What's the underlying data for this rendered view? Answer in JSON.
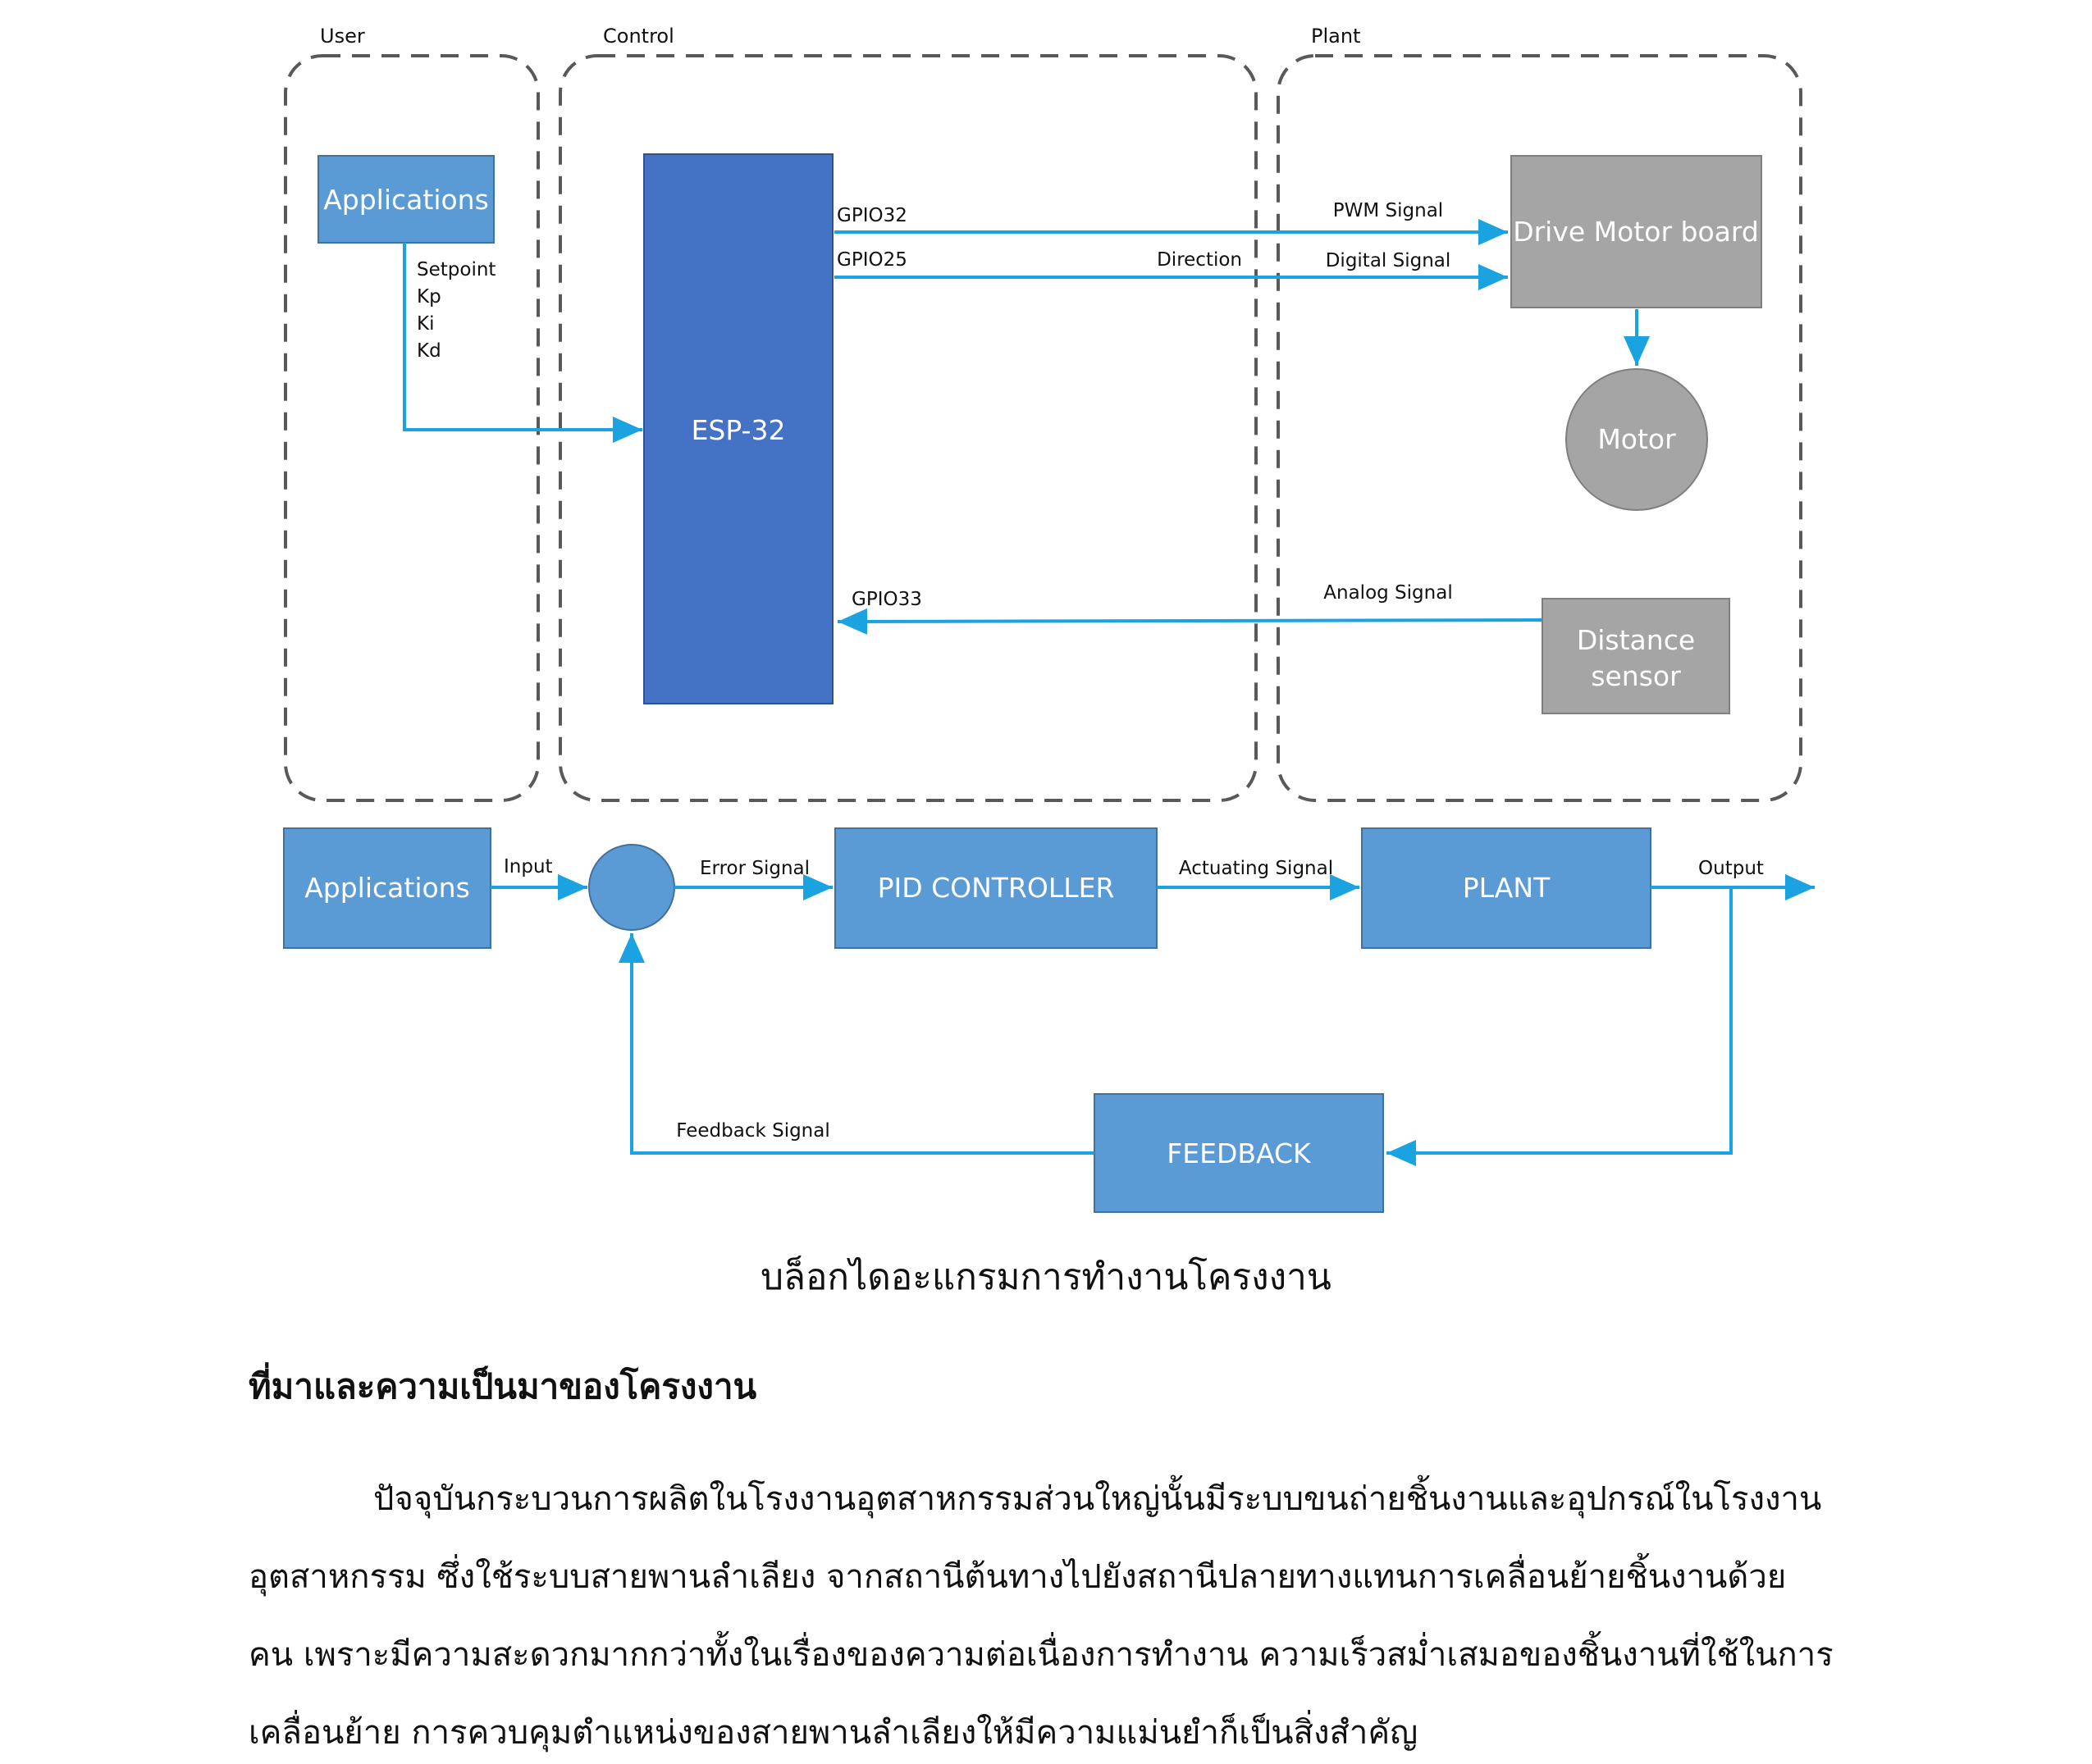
{
  "diagram": {
    "groups": {
      "user": "User",
      "control": "Control",
      "plant": "Plant"
    },
    "applications_top": "Applications",
    "params": [
      "Setpoint",
      "Kp",
      "Ki",
      "Kd"
    ],
    "esp32": "ESP-32",
    "gpio32": "GPIO32",
    "gpio25": "GPIO25",
    "gpio33": "GPIO33",
    "direction": "Direction",
    "pwm_signal": "PWM Signal",
    "digital_signal": "Digital Signal",
    "analog_signal": "Analog Signal",
    "drive_motor_board": "Drive Motor board",
    "motor": "Motor",
    "distance_sensor": [
      "Distance",
      "sensor"
    ],
    "applications_bottom": "Applications",
    "input": "Input",
    "error_signal": "Error Signal",
    "pid_controller": "PID CONTROLLER",
    "actuating_signal": "Actuating Signal",
    "plant": "PLANT",
    "output": "Output",
    "feedback_signal": "Feedback Signal",
    "feedback": "FEEDBACK",
    "colors": {
      "block": "#5b9bd5",
      "esp": "#4472c4",
      "gray": "#a5a5a5",
      "arrow": "#1aa3e0"
    }
  },
  "caption": "บล็อกไดอะแกรมการทำงานโครงงาน",
  "heading": "ที่มาและความเป็นมาของโครงงาน",
  "paragraph_lines": [
    "ปัจจุบันกระบวนการผลิตในโรงงานอุตสาหกรรมส่วนใหญ่นั้นมีระบบขนถ่ายชิ้นงานและอุปกรณ์ในโรงงาน",
    "อุตสาหกรรม ซึ่งใช้ระบบสายพานลำเลียง จากสถานีต้นทางไปยังสถานีปลายทางแทนการเคลื่อนย้ายชิ้นงานด้วย",
    "คน เพราะมีความสะดวกมากกว่าทั้งในเรื่องของความต่อเนื่องการทำงาน ความเร็วสม่ำเสมอของชิ้นงานที่ใช้ในการ",
    "เคลื่อนย้าย การควบคุมตำแหน่งของสายพานลำเลียงให้มีความแม่นยำก็เป็นสิ่งสำคัญ"
  ]
}
